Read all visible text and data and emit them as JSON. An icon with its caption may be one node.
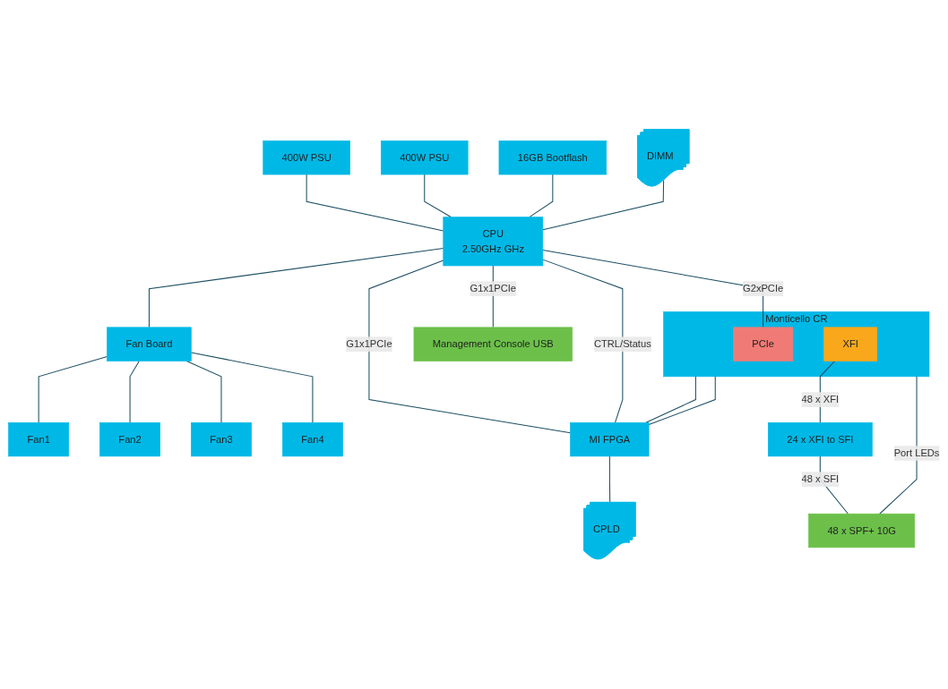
{
  "diagram": {
    "nodes": [
      {
        "text": [
          "400W PSU"
        ]
      },
      {
        "text": [
          "400W PSU"
        ]
      },
      {
        "text": [
          "16GB Bootflash"
        ]
      },
      {
        "text": [
          "DIMM"
        ]
      },
      {
        "text": [
          "CPU",
          "2.50GHz GHz"
        ]
      },
      {
        "text": [
          "Fan Board"
        ]
      },
      {
        "text": [
          "Fan1"
        ]
      },
      {
        "text": [
          "Fan2"
        ]
      },
      {
        "text": [
          "Fan3"
        ]
      },
      {
        "text": [
          "Fan4"
        ]
      },
      {
        "text": [
          "Monticello CR"
        ]
      },
      {
        "text": [
          "PCIe"
        ],
        "in": 10
      },
      {
        "text": [
          "XFI"
        ],
        "in": 10
      },
      {
        "text": [
          "MI FPGA"
        ]
      },
      {
        "text": [
          "CPLD"
        ]
      },
      {
        "text": [
          "24 x XFI to SFI"
        ]
      },
      {
        "text": [
          "Management Console USB"
        ]
      },
      {
        "text": [
          "48 x SPF+ 10G"
        ]
      }
    ],
    "edges": [
      {
        "from": 0,
        "to": 4,
        "arrow": "none"
      },
      {
        "from": 1,
        "to": 4,
        "arrow": "none"
      },
      {
        "from": 2,
        "to": 4,
        "arrow": "none"
      },
      {
        "from": 3,
        "to": 4,
        "arrow": "none"
      },
      {
        "from": 4,
        "to": 5,
        "arrow": "none"
      },
      {
        "from": 5,
        "to": 6,
        "arrow": "none"
      },
      {
        "from": 5,
        "to": 7,
        "arrow": "none"
      },
      {
        "from": 5,
        "to": 8,
        "arrow": "none"
      },
      {
        "from": 5,
        "to": 9,
        "arrow": "none"
      },
      {
        "from": 4,
        "to": 16,
        "arrow": "none",
        "label": "G1x1PCIe"
      },
      {
        "from": 4,
        "to": 11,
        "arrow": "none",
        "label": "G2xPCIe"
      },
      {
        "from": 4,
        "to": 13,
        "arrow": "none",
        "label": "G1x1PCIe"
      },
      {
        "from": 4,
        "to": 13,
        "arrow": "none",
        "label": "CTRL/Status"
      },
      {
        "from": 10,
        "to": 13,
        "arrow": "none"
      },
      {
        "from": 10,
        "to": 13,
        "arrow": "none"
      },
      {
        "from": 13,
        "to": 14,
        "arrow": "none"
      },
      {
        "from": 12,
        "to": 15,
        "arrow": "none",
        "label": "48 x XFI"
      },
      {
        "from": 15,
        "to": 17,
        "arrow": "none",
        "label": "48 x SFI"
      },
      {
        "from": 10,
        "to": 17,
        "arrow": "none",
        "label": "Port LEDs"
      }
    ]
  }
}
